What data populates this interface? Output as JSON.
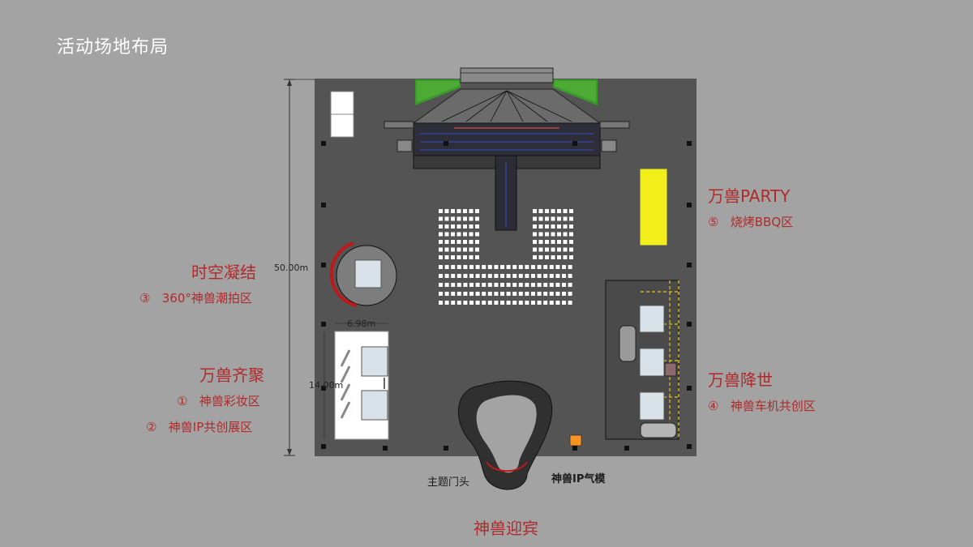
{
  "page": {
    "title": "活动场地布局"
  },
  "zones": {
    "party": {
      "title": "万兽PARTY",
      "items": [
        {
          "num": "⑤",
          "text": "烧烤BBQ区"
        }
      ]
    },
    "spacetime": {
      "title": "时空凝结",
      "items": [
        {
          "num": "③",
          "text": "360°神兽潮拍区"
        }
      ]
    },
    "gathering": {
      "title": "万兽齐聚",
      "items": [
        {
          "num": "①",
          "text": "神兽彩妆区"
        },
        {
          "num": "②",
          "text": "神兽IP共创展区"
        }
      ]
    },
    "descent": {
      "title": "万兽降世",
      "items": [
        {
          "num": "④",
          "text": "神兽车机共创区"
        }
      ]
    },
    "welcome": {
      "title": "神兽迎宾"
    }
  },
  "plan_labels": {
    "gate": "主题门头",
    "inflatable": "神兽IP气模",
    "dim_height": "50.00m",
    "dim_width": "6.98m",
    "dim_side": "14.00m"
  },
  "colors": {
    "background": "#a3a3a3",
    "floor": "#545454",
    "accent_red": "#b02a2a",
    "bbq_yellow": "#f2ee1a",
    "inflatable_orange": "#f7931e",
    "grass": "#3a9a2a"
  }
}
